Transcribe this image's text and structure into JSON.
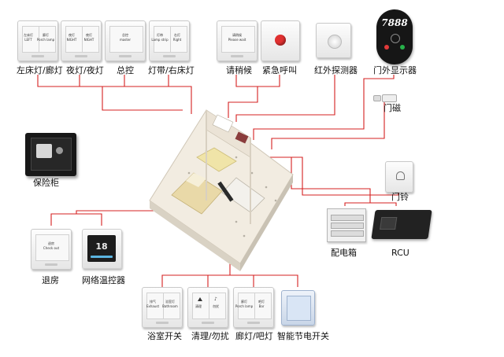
{
  "labels": {
    "left_bed_corridor": "左床灯/廊灯",
    "night_light": "夜灯/夜灯",
    "master_control": "总控",
    "strip_right_bed": "灯带/右床灯",
    "please_wait": "请稍候",
    "emergency_call": "紧急呼叫",
    "infrared_detector": "红外探测器",
    "door_display": "门外显示器",
    "door_magnet": "门磁",
    "doorbell": "门铃",
    "safe": "保险柜",
    "distribution_box": "配电箱",
    "rcu": "RCU",
    "checkout": "退房",
    "network_thermostat": "网络温控器",
    "bathroom_switch": "浴室开关",
    "clean_dnd": "清理/勿扰",
    "corridor_bar": "廊灯/吧灯",
    "energy_saving_switch": "智能节电开关"
  },
  "plate_text": {
    "left_bed_1": "左床灯",
    "left_bed_1_en": "LEFT",
    "left_bed_2": "廊灯",
    "left_bed_2_en": "Porch lamp",
    "night_1": "夜灯",
    "night_1_en": "NIGHT",
    "night_2": "夜灯",
    "night_2_en": "NIGHT",
    "master": "总控",
    "master_en": "master",
    "strip_1": "灯带",
    "strip_1_en": "Lamp strip",
    "strip_2": "右灯",
    "strip_2_en": "Right",
    "wait": "请稍候",
    "wait_en": "Please wait",
    "checkout": "退房",
    "checkout_en": "Check out",
    "bath_1": "排气",
    "bath_1_en": "Exhaust",
    "bath_2": "浴室灯",
    "bath_2_en": "Bathroom",
    "clean": "清理",
    "dnd": "勿扰",
    "corr_1": "廊灯",
    "corr_1_en": "Porch lamp",
    "corr_2": "吧灯",
    "corr_2_en": "Bar"
  },
  "door_number": "7888",
  "thermostat_reading": "18",
  "colors": {
    "connector": "#d42020",
    "emergency_button": "#e03030",
    "door_dot_red": "#e23a3a",
    "door_dot_green": "#27b14a"
  },
  "icons": {
    "emergency": "red-push-button",
    "infrared": "ceiling-pir-sensor",
    "magnet": "door-magnetic-contact",
    "doorbell": "bell-push",
    "energy": "key-card-holder"
  }
}
